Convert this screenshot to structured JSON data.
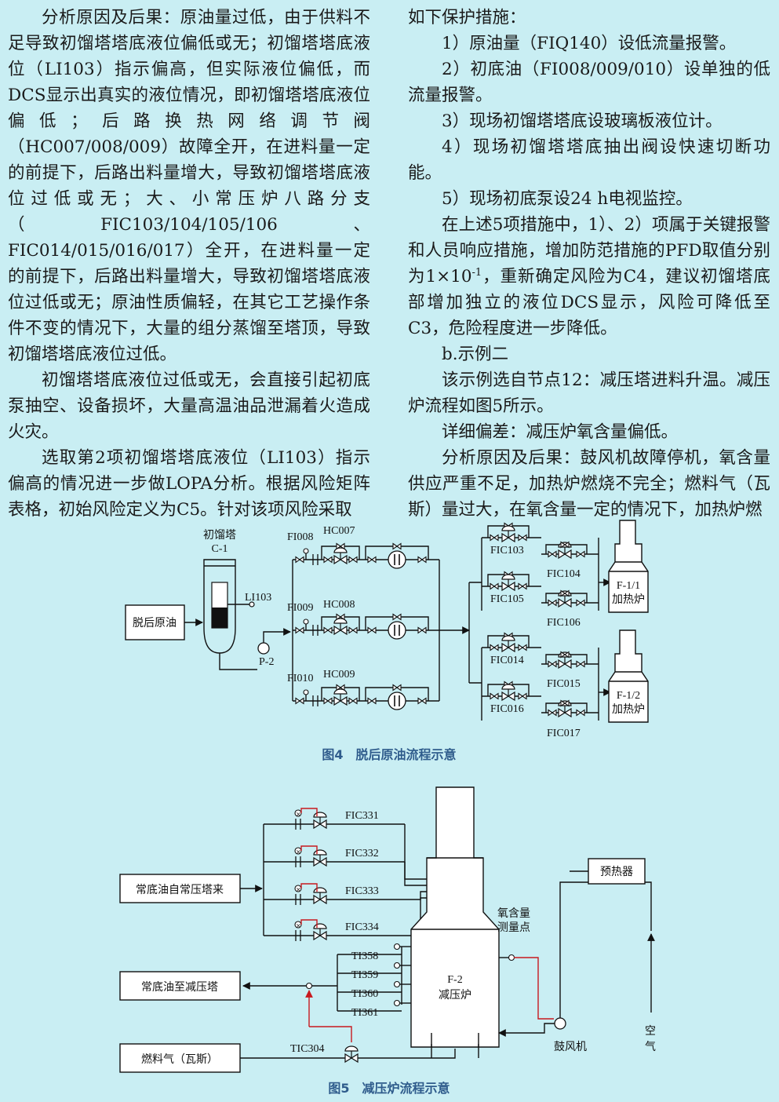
{
  "left_column": [
    "分析原因及后果：原油量过低，由于供料不足导致初馏塔塔底液位偏低或无；初馏塔塔底液位（LI103）指示偏高，但实际液位偏低，而DCS显示出真实的液位情况，即初馏塔塔底液位偏低；后路换热网络调节阀（HC007/008/009）故障全开，在进料量一定的前提下，后路出料量增大，导致初馏塔塔底液位过低或无；大、小常压炉八路分支（FIC103/104/105/106、FIC014/015/016/017）全开，在进料量一定的前提下，后路出料量增大，导致初馏塔塔底液位过低或无；原油性质偏轻，在其它工艺操作条件不变的情况下，大量的组分蒸馏至塔顶，导致初馏塔塔底液位过低。",
    "初馏塔塔底液位过低或无，会直接引起初底泵抽空、设备损坏，大量高温油品泄漏着火造成火灾。",
    "选取第2项初馏塔塔底液位（LI103）指示偏高的情况进一步做LOPA分析。根据风险矩阵表格，初始风险定义为C5。针对该项风险采取"
  ],
  "right_column": {
    "p1": "如下保护措施：",
    "measures": [
      "1）原油量（FIQ140）设低流量报警。",
      "2）初底油（FI008/009/010）设单独的低流量报警。",
      "3）现场初馏塔塔底设玻璃板液位计。",
      "4）现场初馏塔塔底抽出阀设快速切断功能。",
      "5）现场初底泵设24 h电视监控。"
    ],
    "p2_before": "在上述5项措施中，1）、2）项属于关键报警和人员响应措施，增加防范措施的PFD取值分别为",
    "p2_value": "1×10",
    "p2_exp": "-1",
    "p2_after": "，重新确定风险为C4，建议初馏塔底部增加独立的液位DCS显示，风险可降低至C3，危险程度进一步降低。",
    "example_title": "b.示例二",
    "p3": "该示例选自节点12：减压塔进料升温。减压炉流程如图5所示。",
    "p4": "详细偏差：减压炉氧含量偏低。",
    "p5": "分析原因及后果：鼓风机故障停机，氧含量供应严重不足，加热炉燃烧不完全；燃料气（瓦斯）量过大，在氧含量一定的情况下，加热炉燃"
  },
  "figure4": {
    "caption": "图4　脱后原油流程示意",
    "feed_label": "脱后原油",
    "tower_label_1": "初馏塔",
    "tower_label_2": "C-1",
    "level_tag": "LI103",
    "pump_tag": "P-2",
    "branches": [
      {
        "fi": "FI008",
        "hc": "HC007"
      },
      {
        "fi": "FI009",
        "hc": "HC008"
      },
      {
        "fi": "FI010",
        "hc": "HC009"
      }
    ],
    "fic_group1": [
      "FIC103",
      "FIC104",
      "FIC105",
      "FIC106"
    ],
    "fic_group2": [
      "FIC014",
      "FIC015",
      "FIC016",
      "FIC017"
    ],
    "furnace1": [
      "F-1/1",
      "加热炉"
    ],
    "furnace2": [
      "F-1/2",
      "加热炉"
    ]
  },
  "figure5": {
    "caption": "图5　减压炉流程示意",
    "inlet_label": "常底油自常压塔来",
    "outlet_label": "常底油至减压塔",
    "fuel_label": "燃料气（瓦斯）",
    "fic_tags": [
      "FIC331",
      "FIC332",
      "FIC333",
      "FIC334"
    ],
    "ti_tags": [
      "TI358",
      "TI359",
      "TI360",
      "TI361"
    ],
    "tic_tag": "TIC304",
    "furnace_label": [
      "F-2",
      "减压炉"
    ],
    "oxygen_label": [
      "氧含量",
      "测量点"
    ],
    "preheater_label": "预热器",
    "blower_label": "鼓风机",
    "air_label": [
      "空",
      "气"
    ]
  }
}
